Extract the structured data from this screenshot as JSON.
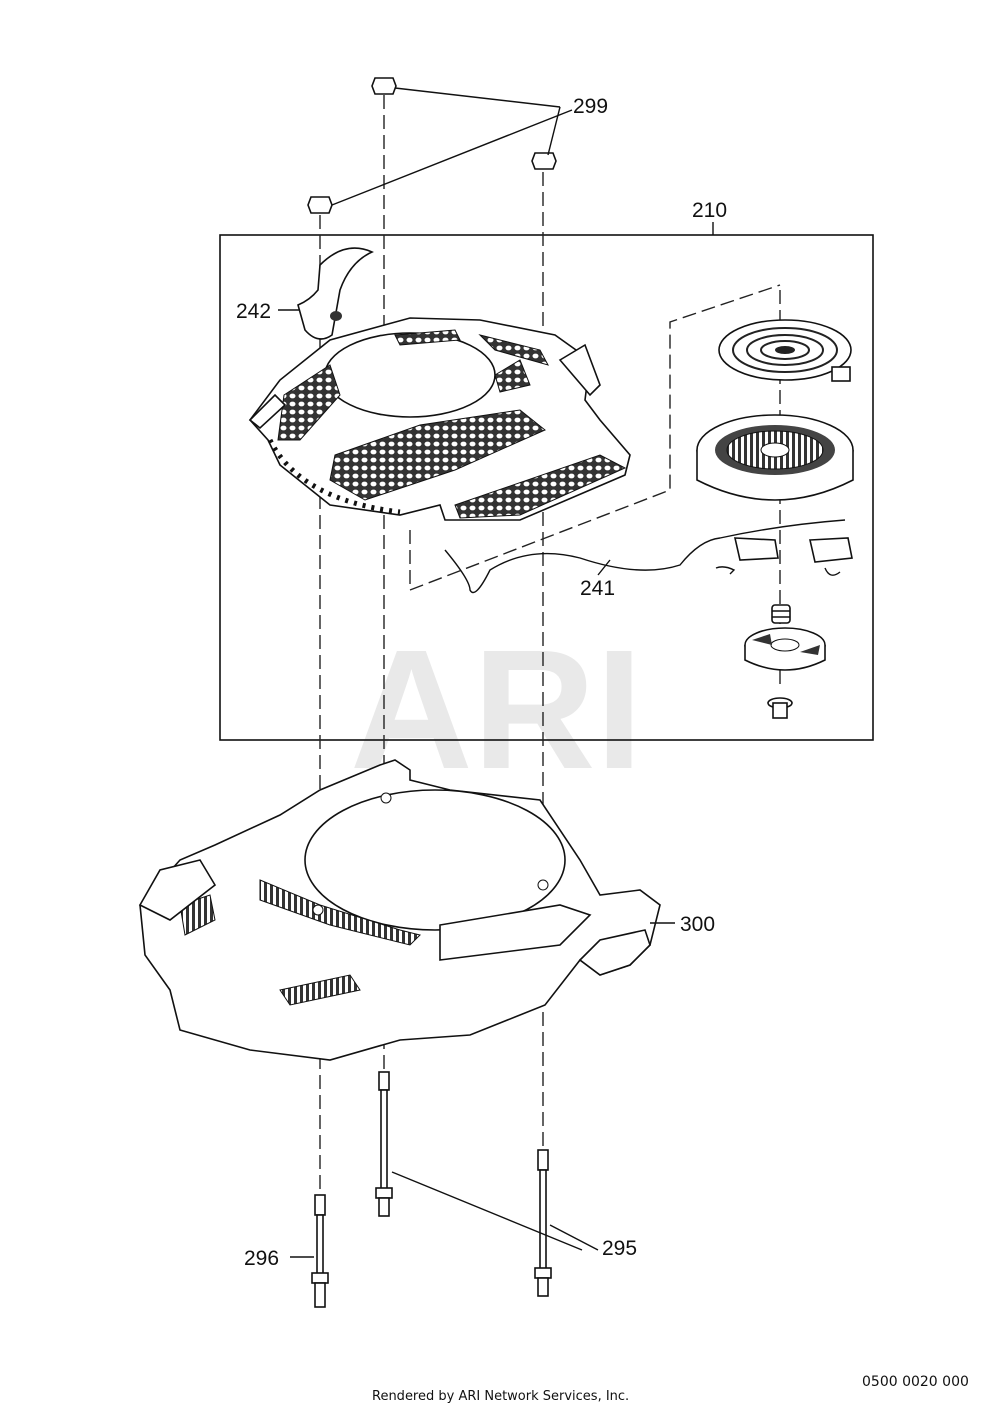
{
  "callouts": {
    "nuts": "299",
    "assembly": "210",
    "handle": "242",
    "rope": "241",
    "shroud": "300",
    "bolts_pair": "295",
    "bolt_single": "296"
  },
  "watermark": "ARI",
  "footer": {
    "credit": "Rendered by ARI Network Services, Inc.",
    "doc_number": "0500 0020 000"
  }
}
